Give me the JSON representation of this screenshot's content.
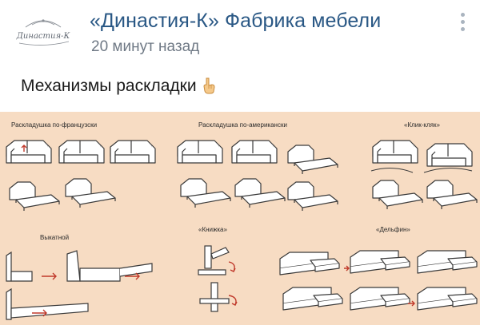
{
  "post": {
    "channel_name": "«Династия-К» Фабрика мебели",
    "time": "20 минут назад",
    "text": "Механизмы раскладки",
    "logo_text": "Династия-К"
  },
  "icons": {
    "more": "more-vertical-icon",
    "hand": "hand-pointing-down-emoji-icon"
  },
  "colors": {
    "link": "#2a5885",
    "meta": "#6f7985",
    "image_background": "#f7dcc3"
  },
  "image": {
    "captions": {
      "french": "Раскладушка по-французски",
      "american": "Раскладушка по-американски",
      "click_clack": "«Клик-кляк»",
      "rollout": "Выкатной",
      "book": "«Книжка»",
      "dolphin": "«Дельфин»"
    }
  }
}
